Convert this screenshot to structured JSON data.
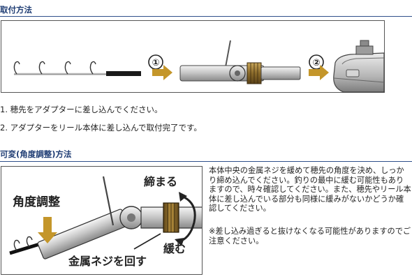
{
  "section1": {
    "heading": "取付方法",
    "marker1": "①",
    "marker2": "②",
    "steps": [
      "1. 穂先をアダプターに差し込んでください。",
      "2. アダプターをリール本体に差し込んで取付完了です。"
    ]
  },
  "section2": {
    "heading": "可変(角度調整)方法",
    "label_angle": "角度調整",
    "label_tighten": "締まる",
    "label_loosen": "緩む",
    "label_screw": "金属ネジを回す",
    "description": "本体中央の金属ネジを緩めて穂先の角度を決め、しっかり締め込んでください。釣りの最中に緩む可能性もありますので、時々確認してください。また、穂先やリール本体に差し込んでいる部分も同様に緩みがないかどうか確認してください。",
    "note": "※差し込み過ぎると抜けなくなる可能性がありますのでご注意ください。"
  },
  "colors": {
    "heading": "#1f3d74",
    "rule": "#2e4f8a",
    "arrow": "#c4962a",
    "brass": "#8a6a2a"
  }
}
